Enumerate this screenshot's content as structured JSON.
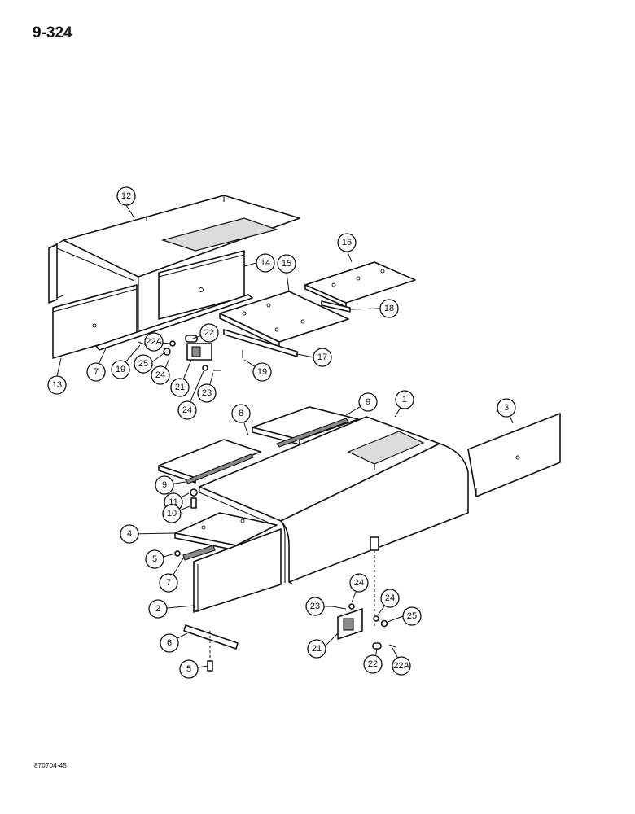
{
  "header": {
    "page_number": "9-324"
  },
  "footer": {
    "doc_code": "870704-45"
  },
  "callouts": {
    "c1": "1",
    "c2": "2",
    "c3": "3",
    "c4": "4",
    "c5a": "5",
    "c5b": "5",
    "c6": "6",
    "c7a": "7",
    "c7b": "7",
    "c8": "8",
    "c9a": "9",
    "c9b": "9",
    "c10": "10",
    "c11": "11",
    "c12": "12",
    "c13": "13",
    "c14": "14",
    "c15": "15",
    "c16": "16",
    "c17": "17",
    "c18": "18",
    "c19a": "19",
    "c19b": "19",
    "c21a": "21",
    "c21b": "21",
    "c22a": "22",
    "c22b": "22",
    "c22Aa": "22A",
    "c22Ab": "22A",
    "c23a": "23",
    "c23b": "23",
    "c24a": "24",
    "c24b": "24",
    "c24c": "24",
    "c24d": "24",
    "c25a": "25",
    "c25b": "25"
  }
}
